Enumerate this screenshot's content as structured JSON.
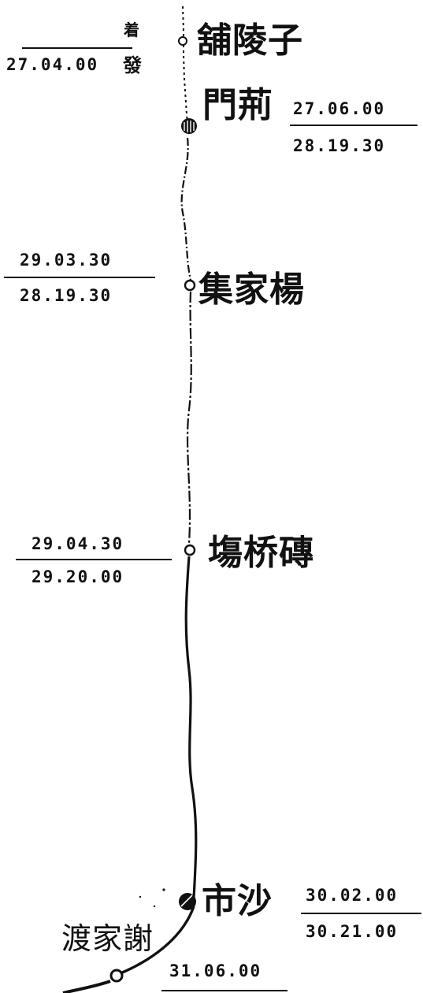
{
  "map": {
    "line_color": "#111111",
    "stations": [
      {
        "id": "s1",
        "name": "舖陵子",
        "marker": "open-circle"
      },
      {
        "id": "s2",
        "name": "門荊",
        "marker": "filled-circle"
      },
      {
        "id": "s3",
        "name": "集家楊",
        "marker": "open-circle"
      },
      {
        "id": "s4",
        "name": "塲桥磚",
        "marker": "open-circle"
      },
      {
        "id": "s5",
        "name": "市沙",
        "marker": "filled-circle"
      },
      {
        "id": "s6",
        "name": "渡家謝",
        "marker": "open-circle"
      }
    ],
    "times": {
      "s1_arr_label": "着",
      "s1_dep": "27.04.00",
      "s1_dep_label": "發",
      "s2_top": "27.06.00",
      "s2_bottom": "28.19.30",
      "s3_top": "29.03.30",
      "s3_bottom": "28.19.30",
      "s4_top": "29.04.30",
      "s4_bottom": "29.20.00",
      "s5_top": "30.02.00",
      "s5_bottom": "30.21.00",
      "s6_top": "31.06.00"
    }
  }
}
